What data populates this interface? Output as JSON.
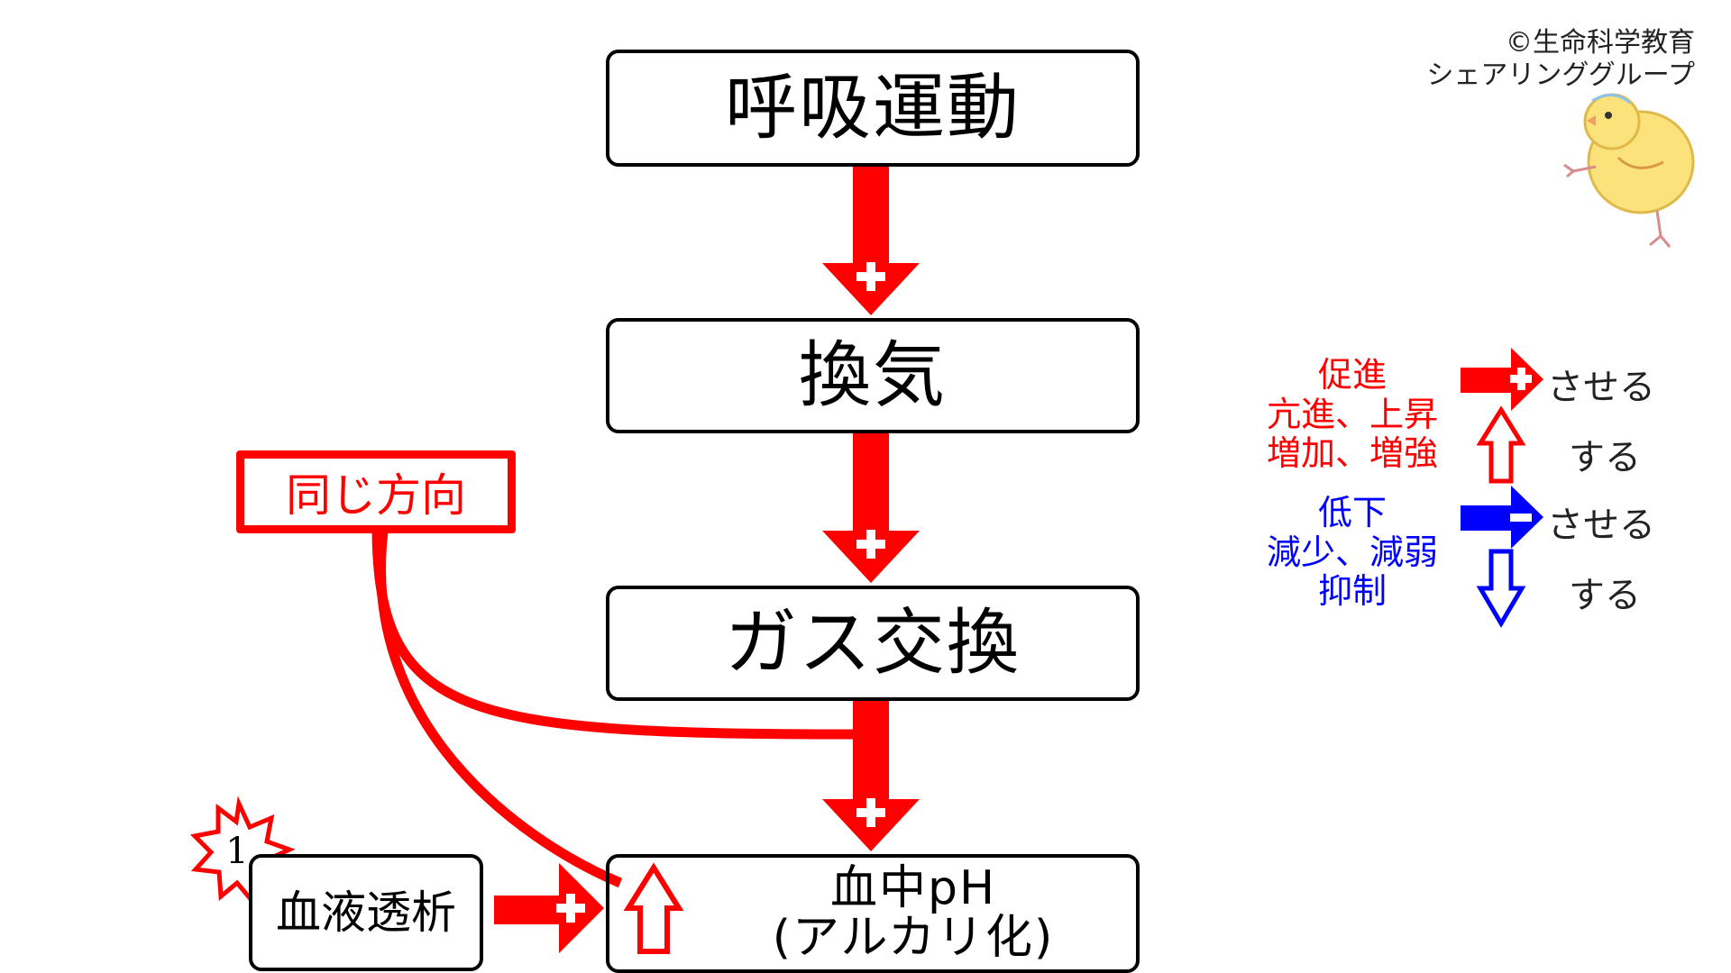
{
  "credit": {
    "line1": "©生命科学教育",
    "line2": "シェアリンググループ"
  },
  "flow": {
    "respiration": "呼吸運動",
    "ventilation": "換気",
    "gas_exchange": "ガス交換",
    "ph_line1": "血中pH",
    "ph_line2": "(アルカリ化)",
    "dialysis": "血液透析"
  },
  "same_direction": "同じ方向",
  "star_number": "1",
  "legend": {
    "promote_terms": [
      "促進",
      "亢進、上昇",
      "増加、増強"
    ],
    "suppress_terms": [
      "低下",
      "減少、減弱",
      "抑制"
    ],
    "causative": "させる",
    "verb": "する",
    "promote_color": "#ff0000",
    "suppress_color": "#0000ff"
  },
  "arrow_signs": {
    "plus": "+",
    "minus": "−"
  }
}
